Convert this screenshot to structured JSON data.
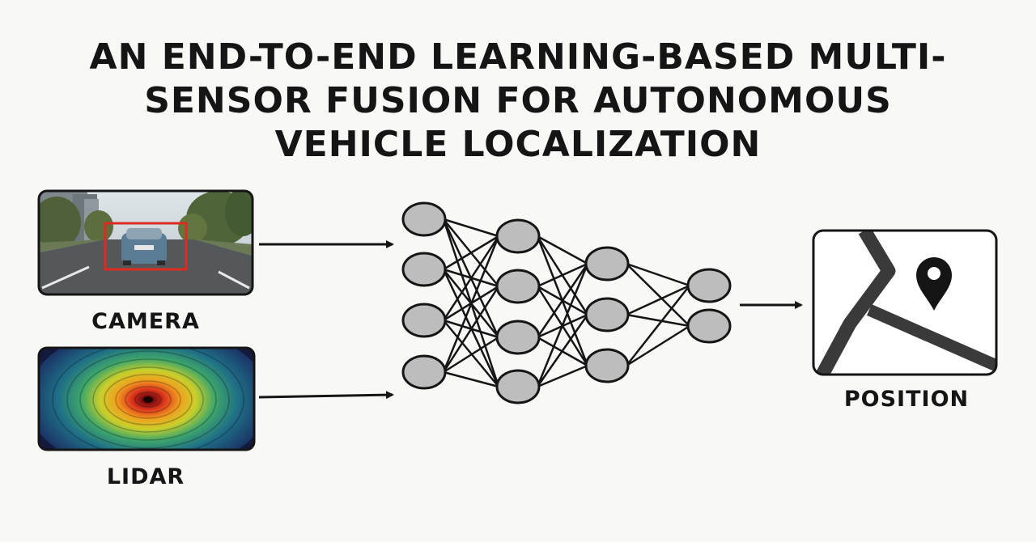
{
  "title_lines": [
    "AN END-TO-END LEARNING-BASED MULTI-",
    "SENSOR FUSION FOR AUTONOMOUS",
    "VEHICLE LOCALIZATION"
  ],
  "inputs": {
    "camera_label": "CAMERA",
    "lidar_label": "LIDAR"
  },
  "output": {
    "label": "POSITION",
    "icon": "map-pin-icon"
  },
  "network": {
    "layers": [
      4,
      4,
      3,
      2
    ]
  },
  "colors": {
    "node_fill": "#bdbdbd",
    "stroke": "#151515",
    "detection_box": "#e02a20"
  }
}
